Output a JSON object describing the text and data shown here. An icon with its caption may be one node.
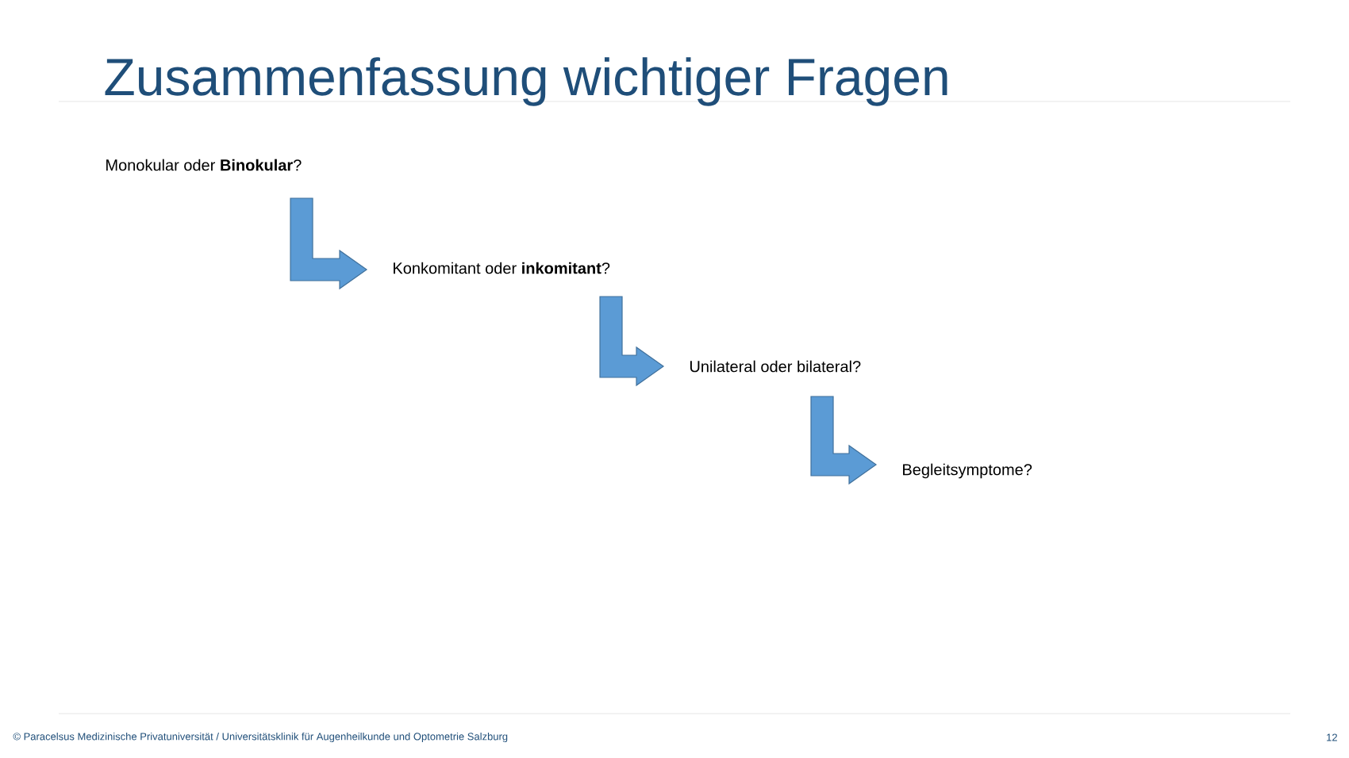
{
  "diagram": {
    "title": "Zusammenfassung wichtiger Fragen",
    "nodes": [
      {
        "text": [
          "Monokular oder **Binokular**?"
        ]
      },
      {
        "text": [
          "Konkomitant oder **inkomitant**?"
        ]
      },
      {
        "text": [
          "Unilateral oder bilateral?"
        ]
      },
      {
        "text": [
          "Begleitsymptome?"
        ]
      }
    ],
    "edges": [
      {
        "from": 0,
        "to": 1,
        "arrow": "to"
      },
      {
        "from": 1,
        "to": 2,
        "arrow": "to"
      },
      {
        "from": 2,
        "to": 3,
        "arrow": "to"
      }
    ],
    "labels": [
      "© Paracelsus Medizinische Privatuniversität / Universitätsklinik für Augenheilkunde und Optometrie Salzburg",
      "12"
    ]
  }
}
